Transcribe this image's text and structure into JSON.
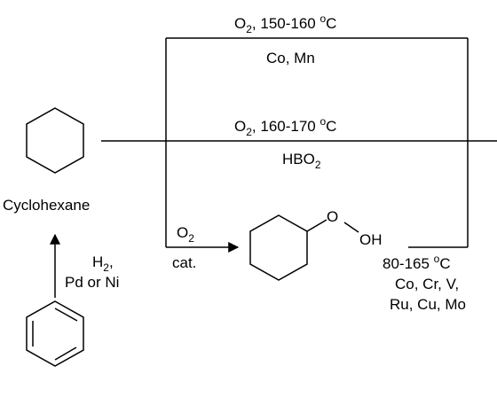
{
  "labels": {
    "cyclohexane": "Cyclohexane",
    "route_top_reagent": "O",
    "route_top_reagent_sub": "2",
    "route_top_temp": ", 150-160 ",
    "route_top_temp_sup": "o",
    "route_top_temp_unit": "C",
    "route_top_catalyst": "Co, Mn",
    "route_mid_reagent": "O",
    "route_mid_reagent_sub": "2",
    "route_mid_temp": ", 160-170 ",
    "route_mid_temp_sup": "o",
    "route_mid_temp_unit": "C",
    "route_mid_additive": "HBO",
    "route_mid_additive_sub": "2",
    "route_low_reagent": "O",
    "route_low_reagent_sub": "2",
    "route_low_catalyst": "cat.",
    "hydroperoxide_o": "O",
    "hydroperoxide_oh": "OH",
    "decomp_temp": "80-165 ",
    "decomp_temp_sup": "o",
    "decomp_temp_unit": "C",
    "decomp_catalyst_line1": "Co, Cr, V,",
    "decomp_catalyst_line2": "Ru, Cu, Mo",
    "hydrogenation_reagent": "H",
    "hydrogenation_reagent_sub": "2",
    "hydrogenation_reagent_comma": ",",
    "hydrogenation_catalyst": "Pd or Ni"
  }
}
